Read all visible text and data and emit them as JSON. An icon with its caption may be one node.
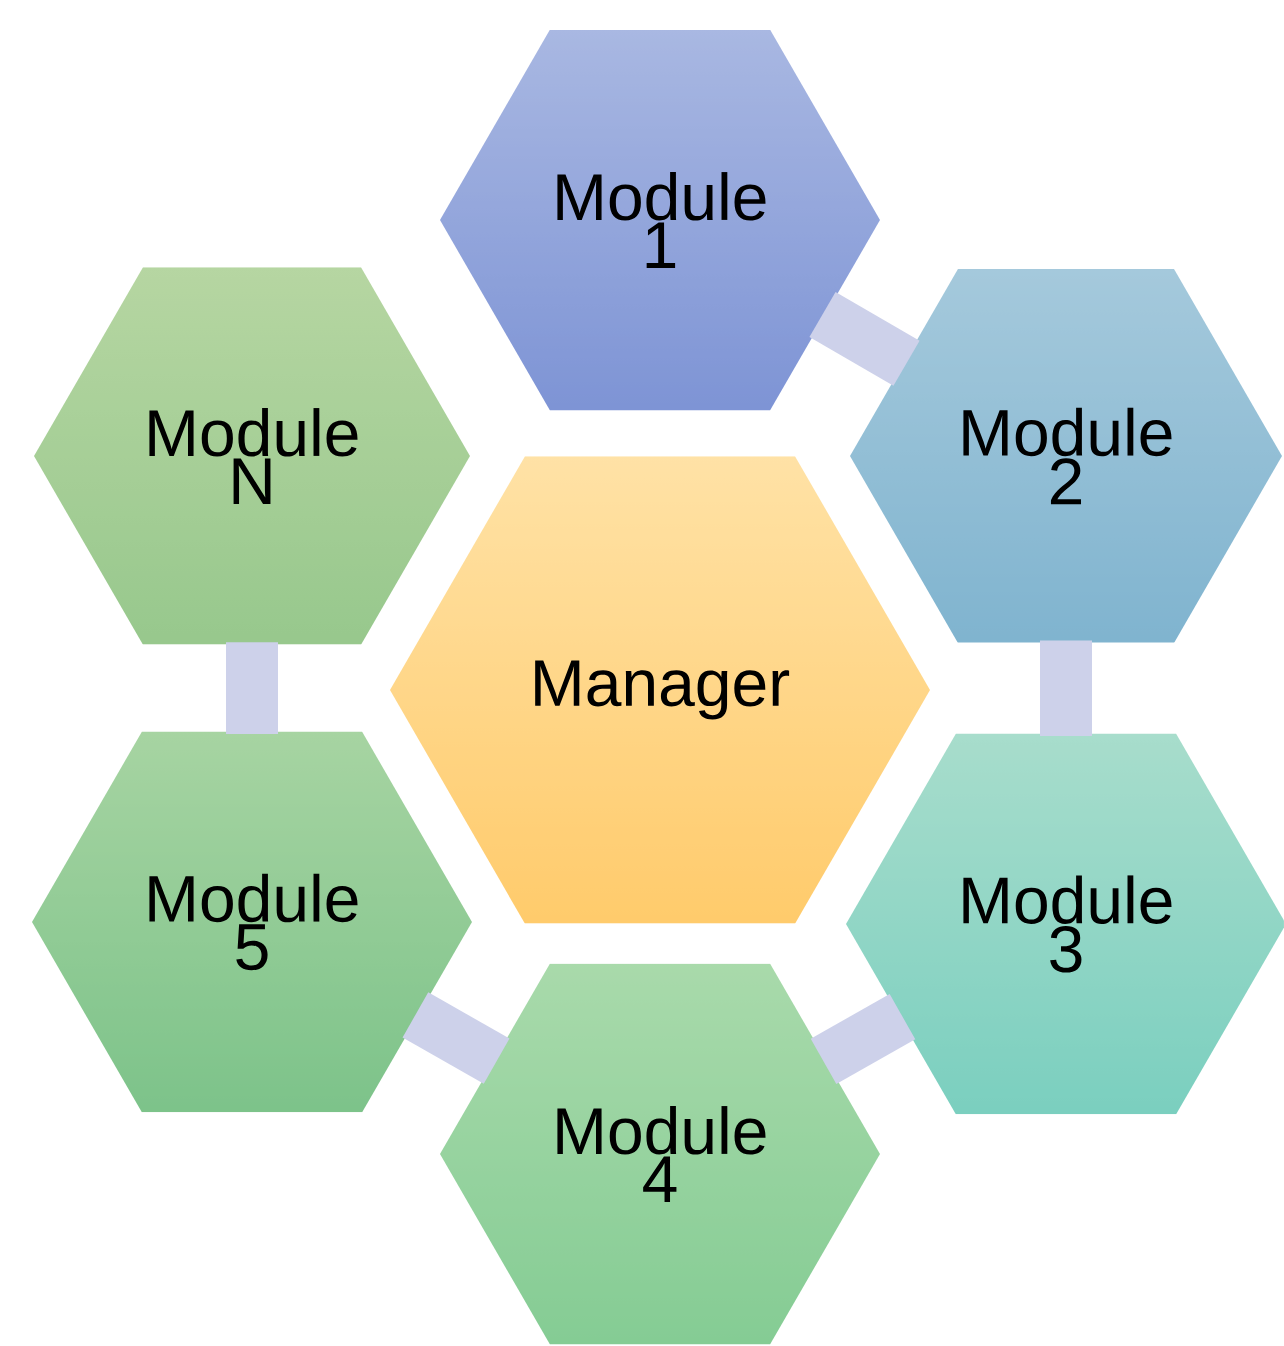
{
  "diagram": {
    "nodes": [
      {
        "text": [
          "Module 1"
        ]
      },
      {
        "text": [
          "Module N"
        ]
      },
      {
        "text": [
          "Module 2"
        ]
      },
      {
        "text": [
          "Manager"
        ]
      },
      {
        "text": [
          "Module 5"
        ]
      },
      {
        "text": [
          "Module 3"
        ]
      },
      {
        "text": [
          "Module 4"
        ]
      }
    ],
    "edges": [
      {
        "from": 0,
        "to": 2,
        "arrow": "none"
      },
      {
        "from": 2,
        "to": 5,
        "arrow": "none"
      },
      {
        "from": 5,
        "to": 6,
        "arrow": "none"
      },
      {
        "from": 6,
        "to": 4,
        "arrow": "none"
      },
      {
        "from": 4,
        "to": 1,
        "arrow": "none"
      }
    ]
  }
}
